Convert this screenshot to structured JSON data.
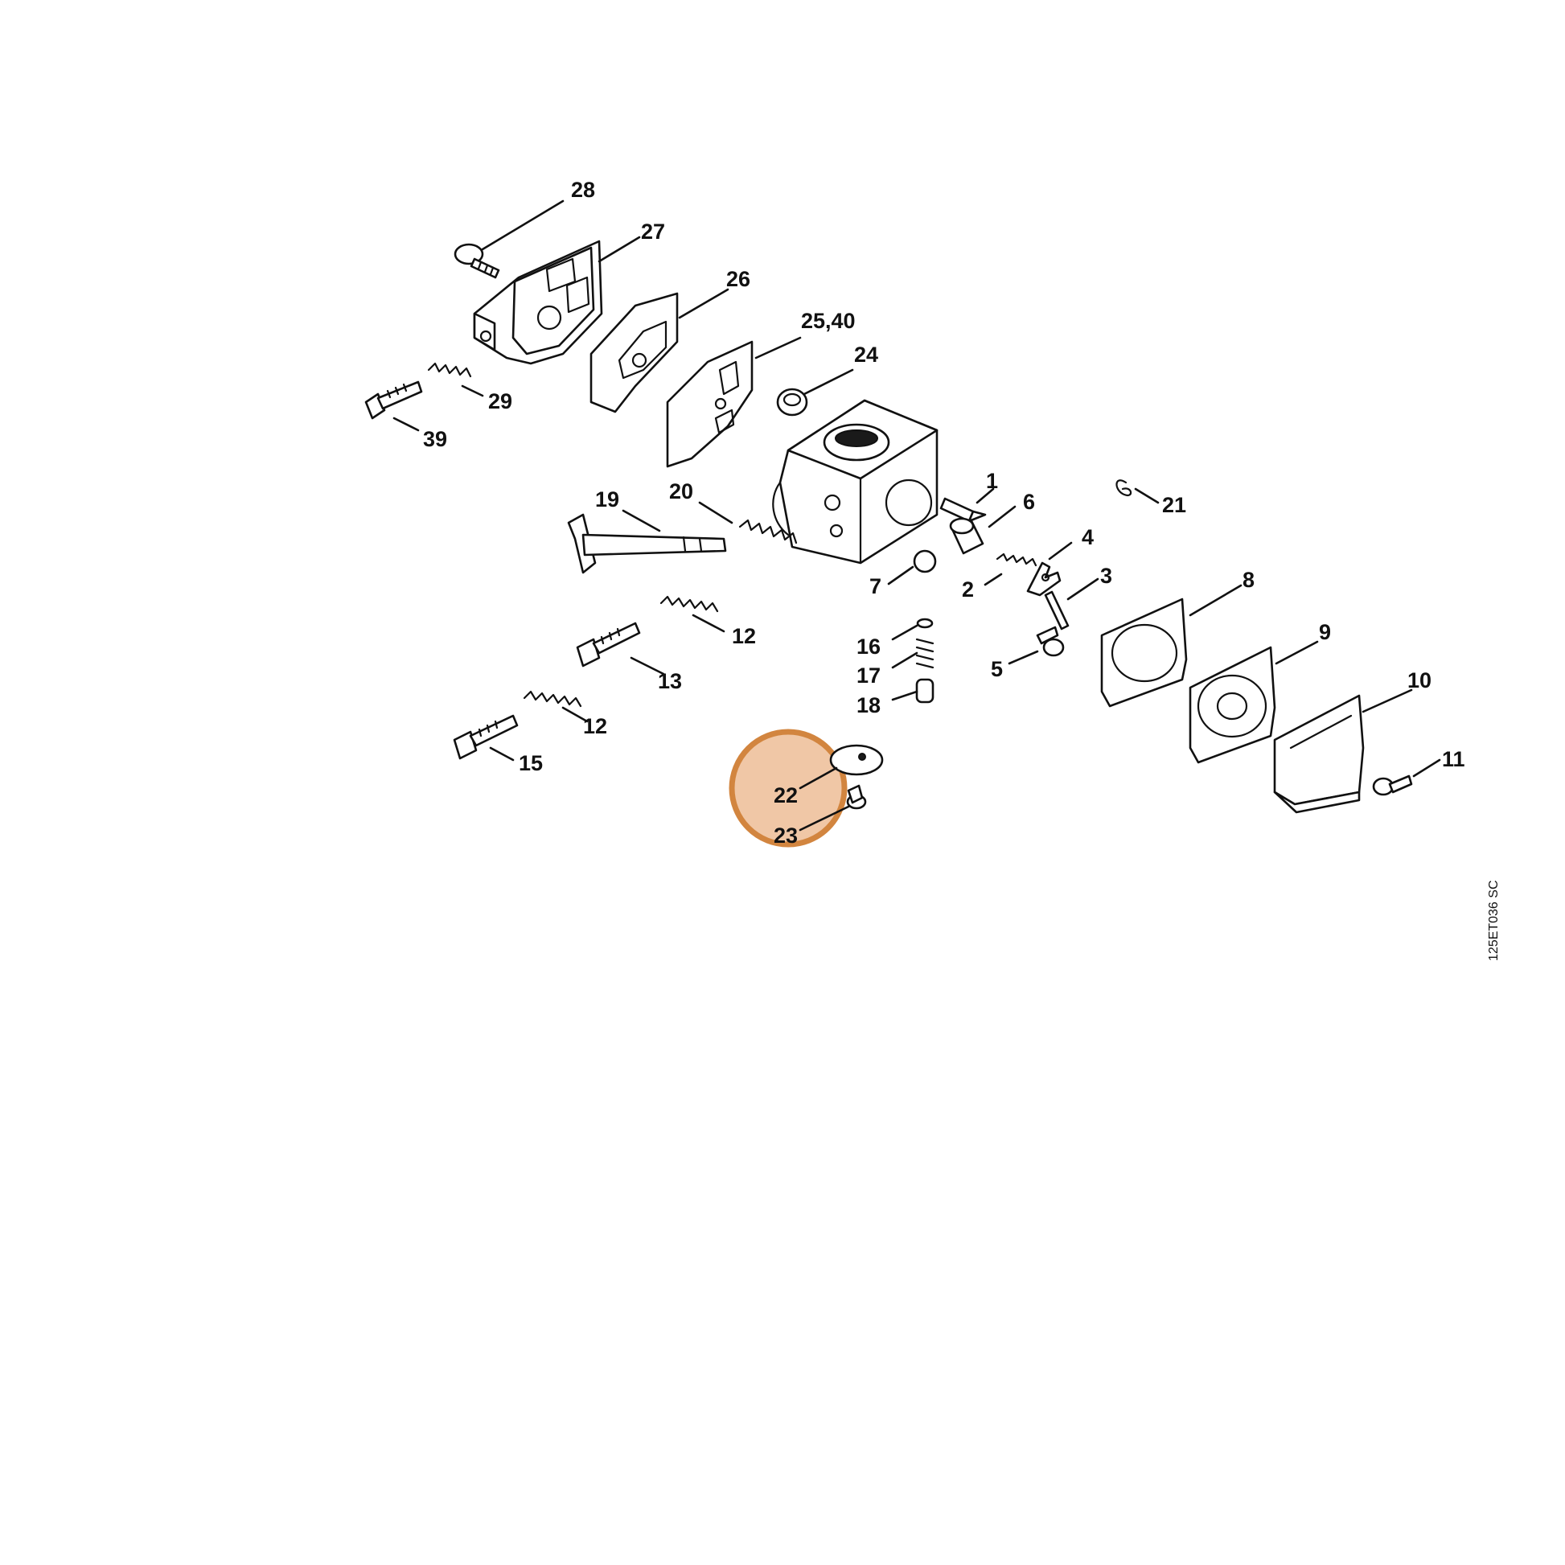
{
  "drawing_code": "125ET036 SC",
  "highlight": {
    "color": "#d2853f",
    "fill": "#f0c7a6",
    "parts": [
      "22",
      "23"
    ]
  },
  "labels": {
    "p1": "1",
    "p2": "2",
    "p3": "3",
    "p4": "4",
    "p5": "5",
    "p6": "6",
    "p7": "7",
    "p8": "8",
    "p9": "9",
    "p10": "10",
    "p11": "11",
    "p12a": "12",
    "p12b": "12",
    "p13": "13",
    "p15": "15",
    "p16": "16",
    "p17": "17",
    "p18": "18",
    "p19": "19",
    "p20": "20",
    "p21": "21",
    "p22": "22",
    "p23": "23",
    "p24": "24",
    "p25": "25,40",
    "p26": "26",
    "p27": "27",
    "p28": "28",
    "p29": "29",
    "p39": "39"
  }
}
